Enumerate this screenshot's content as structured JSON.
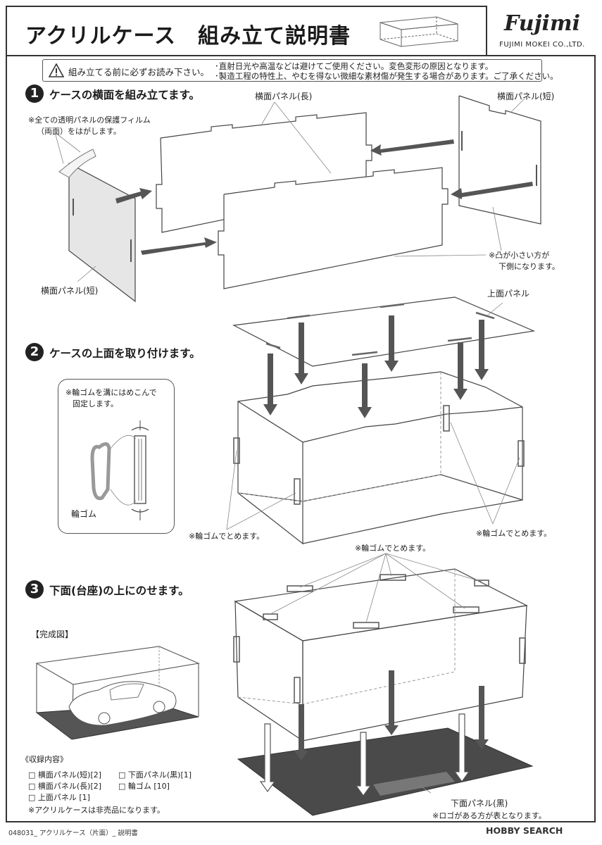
{
  "header": {
    "title": "アクリルケース　組み立て説明書",
    "logo_script": "Fujimi",
    "logo_company": "FUJIMI MOKEI CO.,LTD."
  },
  "notice": {
    "main": "組み立てる前に必ずお読み下さい。",
    "line1": "･直射日光や高温などは避けてご使用ください。変色変形の原因となります。",
    "line2": "･製造工程の特性上、やむを得ない微細な素材傷が発生する場合があります。ご了承ください。"
  },
  "step1": {
    "num": "1",
    "text": "ケースの横面を組み立てます。",
    "film_note_1": "※全ての透明パネルの保護フィルム",
    "film_note_2": "（両面）をはがします。",
    "label_long": "横面パネル(長)",
    "label_short_right": "横面パネル(短)",
    "label_short_left": "横面パネル(短)",
    "note_tab_1": "※凸が小さい方が",
    "note_tab_2": "下側になります。"
  },
  "step2": {
    "num": "2",
    "text": "ケースの上面を取り付けます。",
    "label_top": "上面パネル",
    "inset_note_1": "※輪ゴムを溝にはめこんで",
    "inset_note_2": "固定します。",
    "inset_label": "輪ゴム",
    "note_band_left": "※輪ゴムでとめます。",
    "note_band_right": "※輪ゴムでとめます。"
  },
  "step3": {
    "num": "3",
    "text": "下面(台座)の上にのせます。",
    "note_band_top": "※輪ゴムでとめます。",
    "completed_label": "【完成図】",
    "label_bottom": "下面パネル(黒)",
    "note_logo": "※ロゴがある方が表となります。"
  },
  "contents": {
    "title": "《収録内容》",
    "items": [
      "□ 横面パネル(短)[2]",
      "□ 下面パネル(黒)[1]",
      "□ 横面パネル(長)[2]",
      "□ 輪ゴム [10]",
      "□ 上面パネル [1]"
    ],
    "note": "※アクリルケースは非売品になります。"
  },
  "footer": {
    "doc_id": "048031_ アクリルケース（片面）_ 説明書",
    "watermark": "HOBBY SEARCH"
  },
  "colors": {
    "ink": "#222222",
    "arrow": "#555555",
    "panel_tint": "#e6e6e6",
    "base": "#4a4a4a"
  }
}
